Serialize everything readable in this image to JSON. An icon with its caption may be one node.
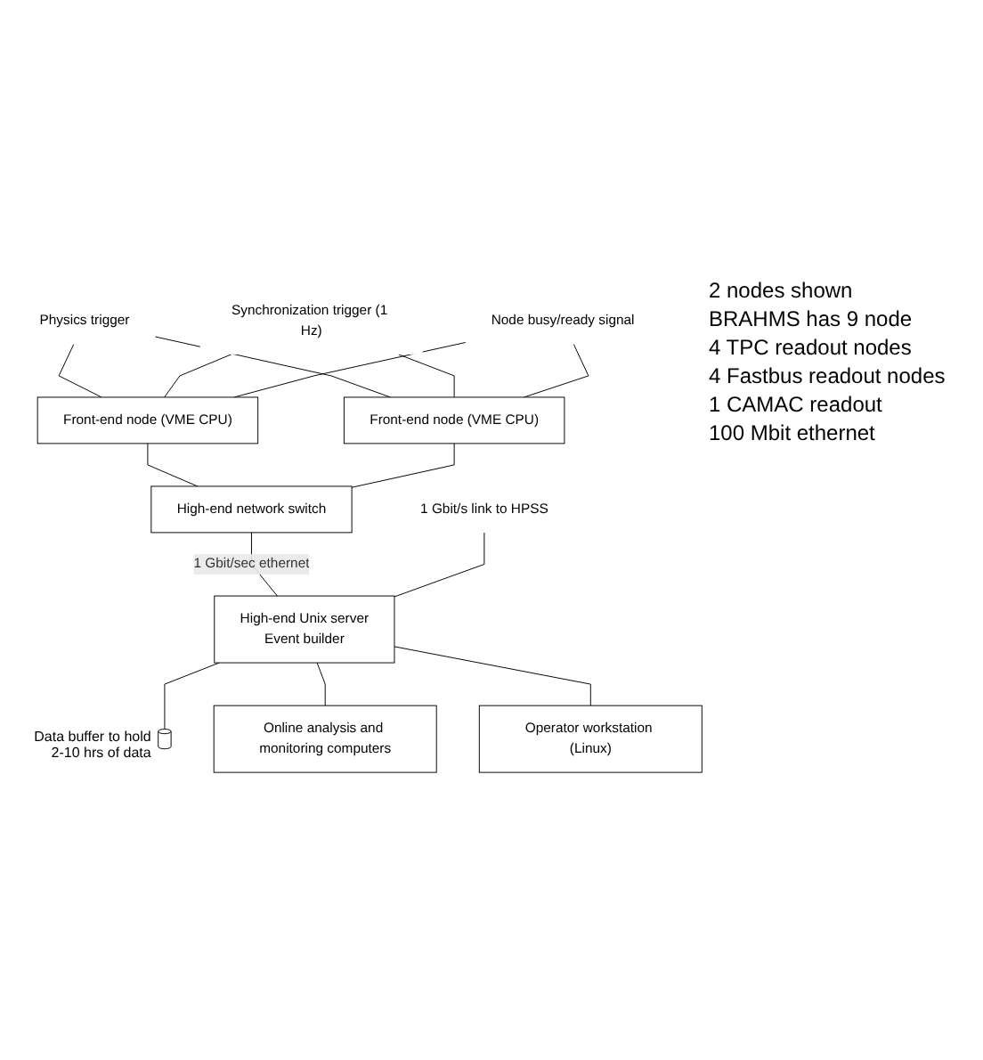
{
  "diagram": {
    "nodes": [
      {
        "text": [
          "Physics trigger"
        ]
      },
      {
        "text": [
          "Synchronization trigger (1 Hz)"
        ]
      },
      {
        "text": [
          "Node busy/ready signal"
        ]
      },
      {
        "text": [
          "Front-end node (VME CPU)"
        ]
      },
      {
        "text": [
          "Front-end node (VME CPU)"
        ]
      },
      {
        "text": [
          "High-end network switch"
        ]
      },
      {
        "text": [
          "High-end Unix server",
          "Event builder"
        ]
      },
      {
        "text": [],
        "shape": "cylinder",
        "beside": [
          "Data buffer to hold 2-10 hrs of data"
        ]
      },
      {
        "text": [
          "Online analysis and monitoring computers"
        ]
      },
      {
        "text": [
          "Operator workstation (Linux)"
        ]
      },
      {
        "text": [
          "1 Gbit/s link to HPSS"
        ]
      }
    ],
    "edges": [
      {
        "from": 0,
        "to": 3,
        "arrow": "none"
      },
      {
        "from": 0,
        "to": 4,
        "arrow": "none"
      },
      {
        "from": 1,
        "to": 3,
        "arrow": "none"
      },
      {
        "from": 1,
        "to": 4,
        "arrow": "none"
      },
      {
        "from": 2,
        "to": 3,
        "arrow": "none"
      },
      {
        "from": 2,
        "to": 4,
        "arrow": "none"
      },
      {
        "from": 3,
        "to": 5,
        "arrow": "none"
      },
      {
        "from": 4,
        "to": 5,
        "arrow": "none"
      },
      {
        "from": 5,
        "to": 6,
        "arrow": "none",
        "label": "1 Gbit/sec ethernet"
      },
      {
        "from": 10,
        "to": 6,
        "arrow": "none"
      },
      {
        "from": 6,
        "to": 7,
        "arrow": "none"
      },
      {
        "from": 6,
        "to": 8,
        "arrow": "none"
      },
      {
        "from": 6,
        "to": 9,
        "arrow": "none"
      }
    ],
    "labels": [
      "2 nodes shown",
      "BRAHMS has 9 node",
      "4 TPC readout nodes",
      "4 Fastbus readout nodes",
      "1 CAMAC readout",
      "100 Mbit ethernet"
    ]
  }
}
